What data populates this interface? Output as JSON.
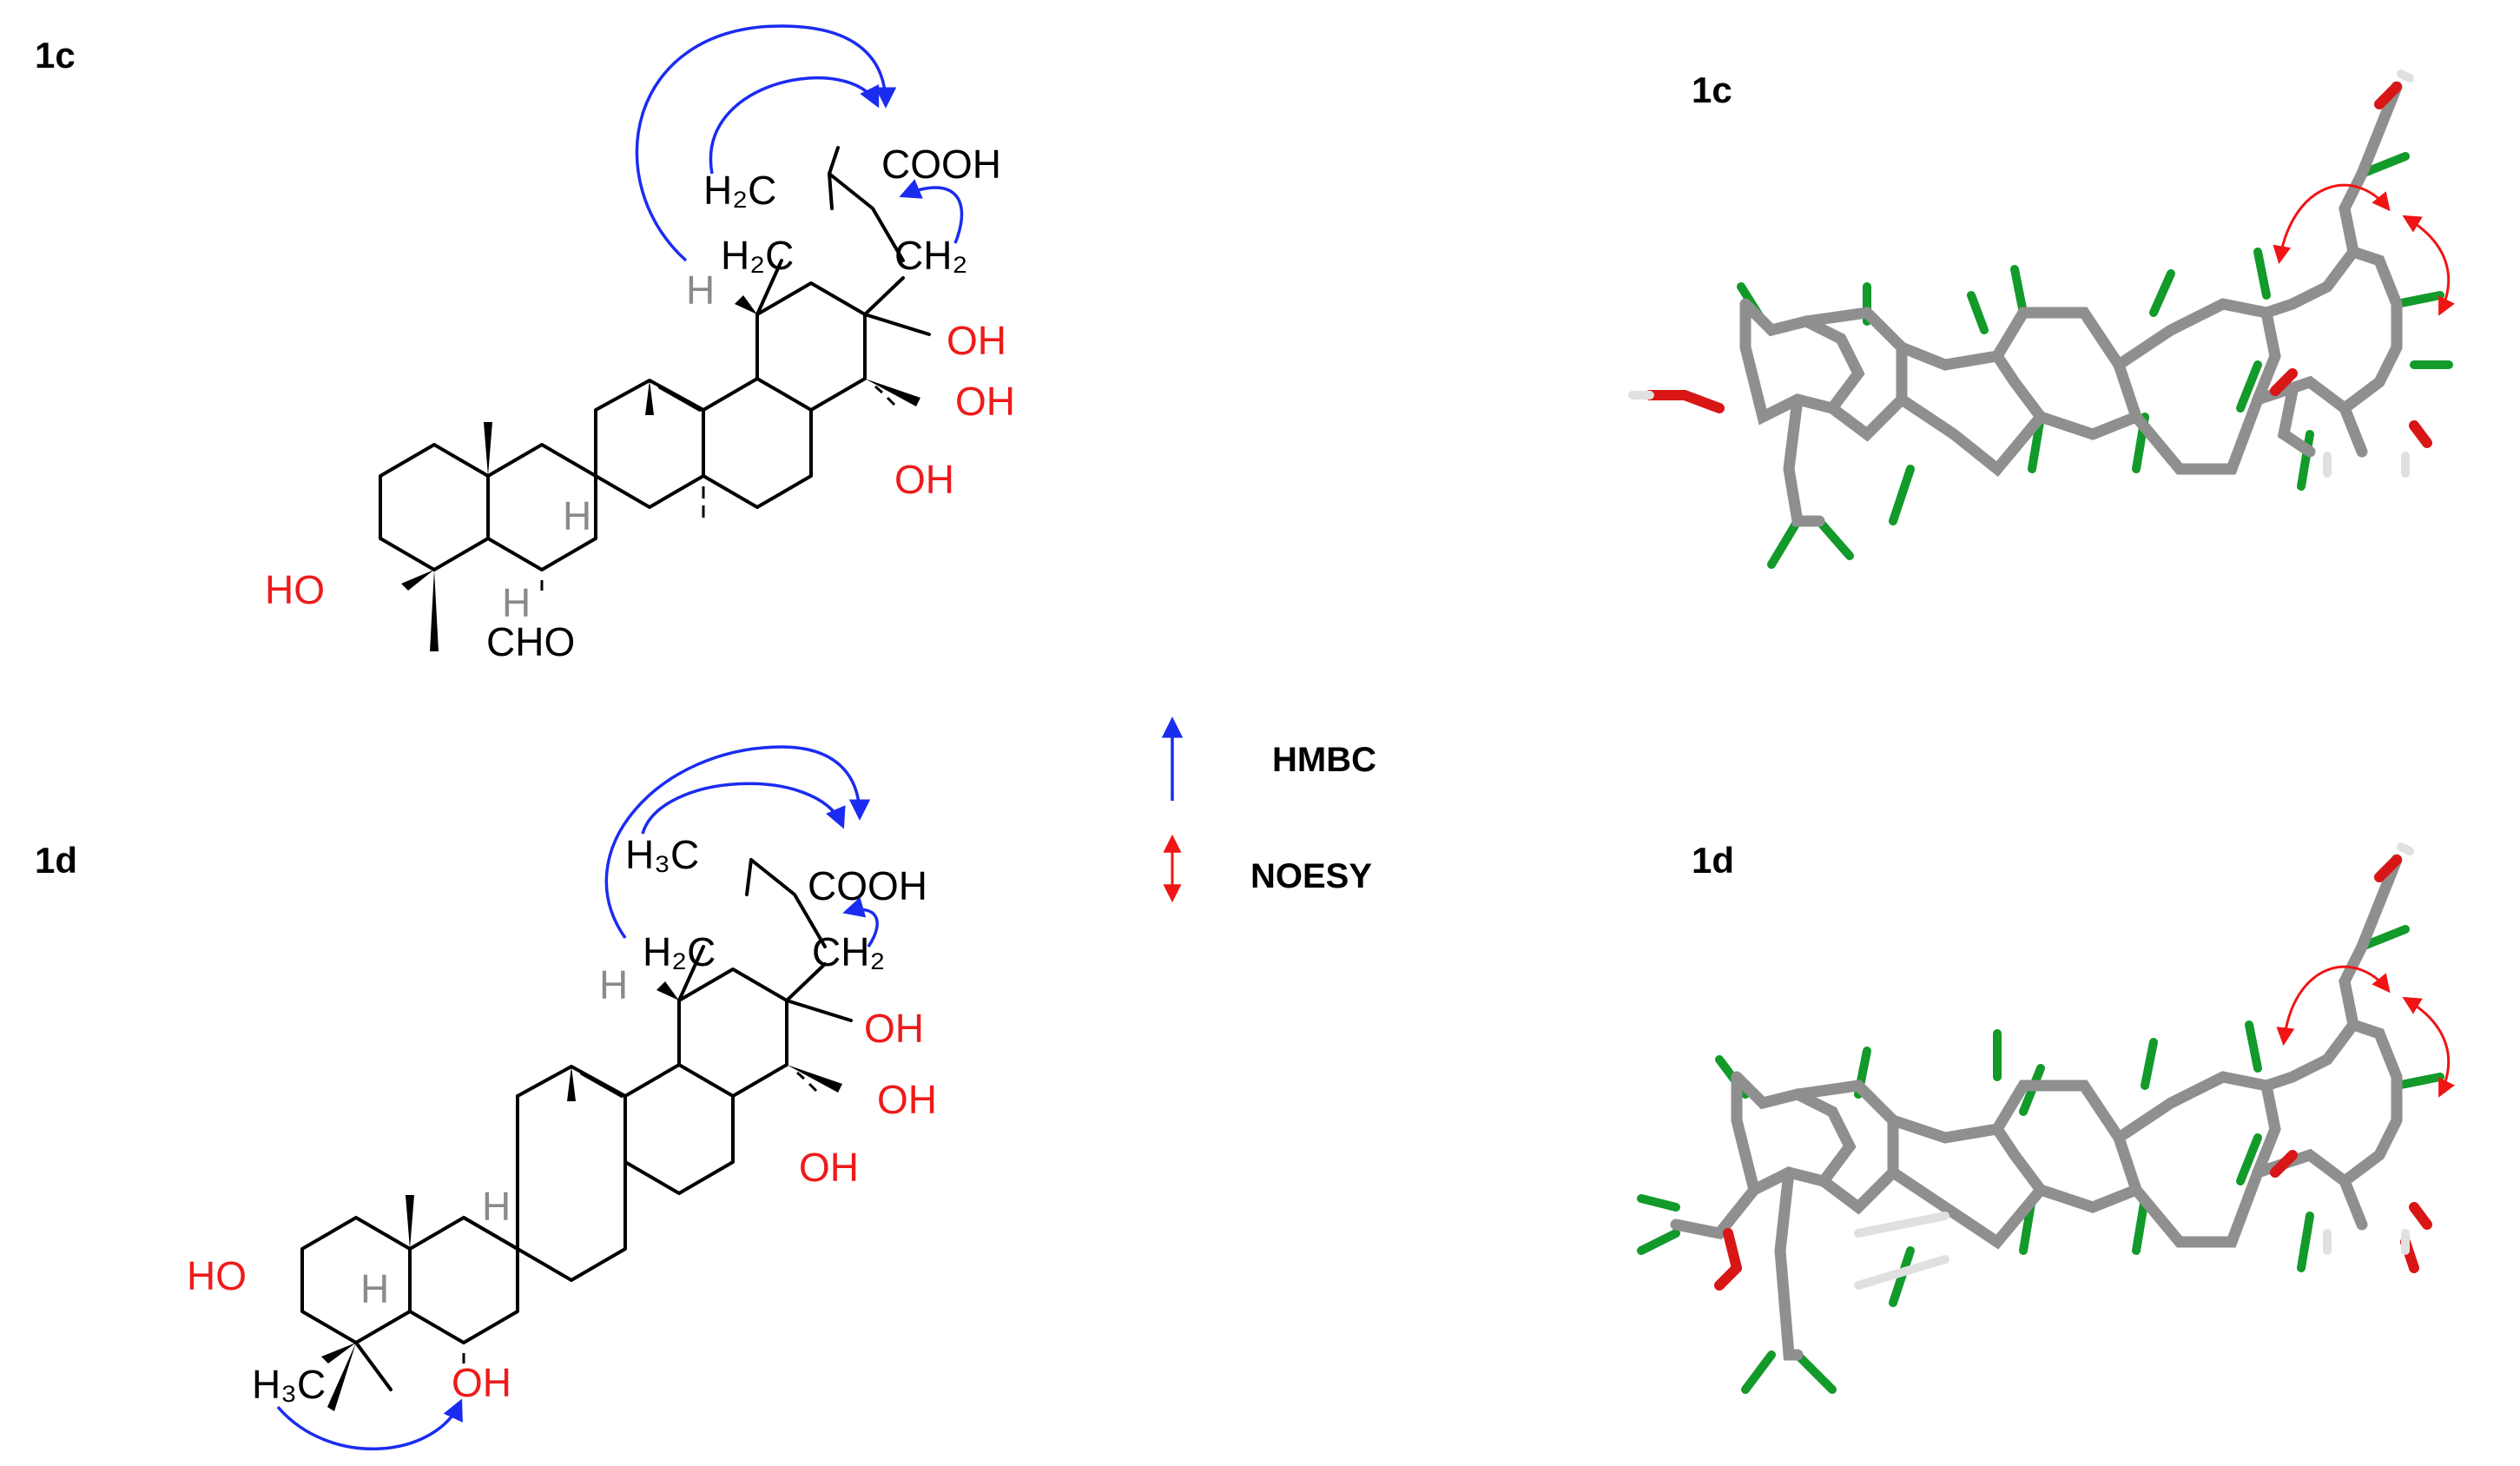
{
  "panels": {
    "c_2d_label": "1c",
    "c_3d_label": "1c",
    "d_2d_label": "1d",
    "d_3d_label": "1d"
  },
  "legend": {
    "hmbc_label": "HMBC",
    "noesy_label": "NOESY",
    "hmbc_color": "#1a2cf0",
    "noesy_color": "#f01414"
  },
  "mol_c": {
    "cooh": "COOH",
    "ch2_top": "H₂C",
    "ch2_left": "H₂C",
    "ch2_right": "CH₂",
    "h_gray": "H",
    "oh_22": "OH",
    "oh_28": "OH",
    "oh_16": "OH",
    "oh_3": "HO",
    "cho": "CHO",
    "h_9": "H",
    "h_5": "H"
  },
  "mol_d": {
    "cooh": "COOH",
    "ch3_top": "H₃C",
    "ch2_left": "H₂C",
    "ch2_right": "CH₂",
    "h_gray": "H",
    "oh_22": "OH",
    "oh_28": "OH",
    "oh_16": "OH",
    "oh_3": "HO",
    "ch3_low": "H₃C",
    "oh_24": "OH",
    "h_9": "H",
    "h_5": "H"
  },
  "colors": {
    "heteroatom": "#ee1a1a",
    "gray_h": "#8a8a8a",
    "carbon_3d": "#8f8f8f",
    "hydrogen_3d": "#129a2a",
    "oxygen_3d": "#d81616"
  }
}
